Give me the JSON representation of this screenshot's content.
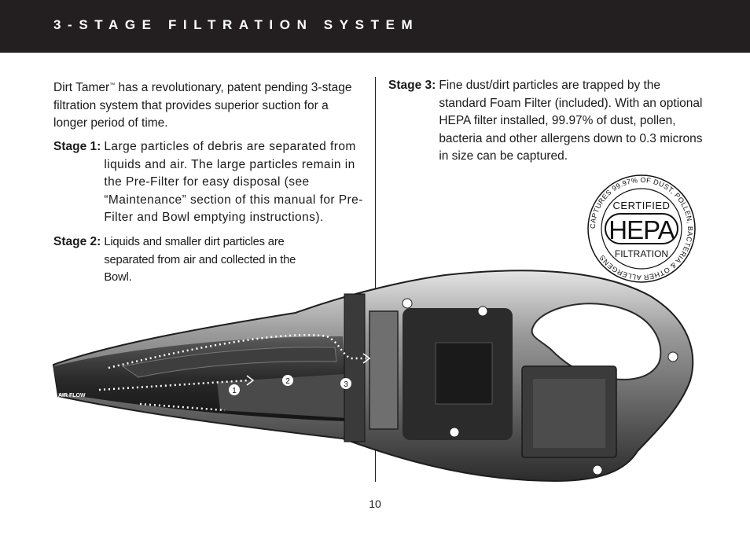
{
  "header": {
    "title": "3-STAGE FILTRATION SYSTEM",
    "background": "#231f20"
  },
  "intro": {
    "text_before": "Dirt Tamer",
    "trademark": "™",
    "text_after": " has a revolutionary, patent pending 3-stage filtration system that provides superior suction for a longer period of time."
  },
  "stages": [
    {
      "label": "Stage 1:",
      "text": "Large particles of debris are separated from liquids and air. The large particles remain in the Pre-Filter for easy disposal (see “Maintenance” section of this manual for Pre-Filter and Bowl emptying instructions)."
    },
    {
      "label": "Stage 2:",
      "text": "Liquids and smaller dirt particles are separated from air and collected in the Bowl."
    },
    {
      "label": "Stage 3:",
      "text": "Fine dust/dirt particles are trapped by the standard Foam Filter (included). With an optional HEPA filter installed, 99.97% of dust, pollen, bacteria and other allergens down to 0.3 microns in size can be captured."
    }
  ],
  "seal": {
    "ring_text": "CAPTURES 99.97% OF DUST, POLLEN, BACTERIA & OTHER ALLERGENS",
    "top": "CERTIFIED",
    "center": "HEPA",
    "bottom": "FILTRATION"
  },
  "diagram": {
    "airflow_label": "AIR FLOW",
    "markers": [
      "1",
      "2",
      "3"
    ]
  },
  "footer": {
    "page_number": "10"
  }
}
